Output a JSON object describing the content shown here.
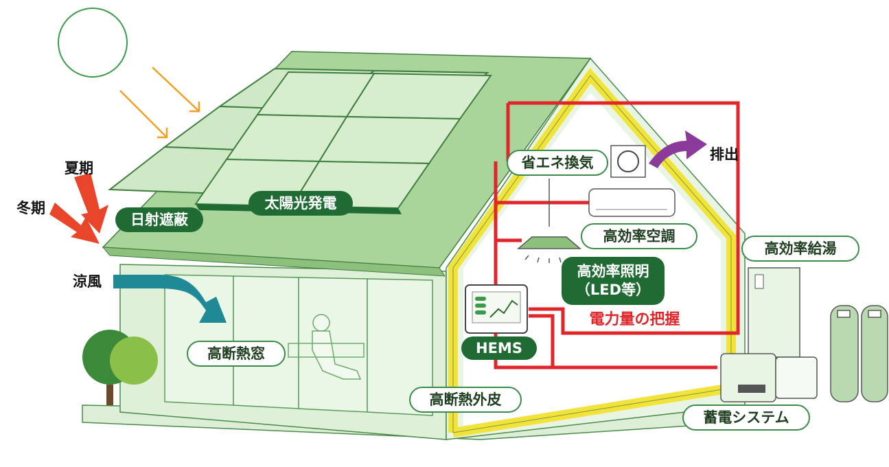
{
  "labels": {
    "summer": "夏期",
    "winter": "冬期",
    "cool_breeze": "涼風",
    "solar_shading": "日射遮蔽",
    "solar_power": "太陽光発電",
    "energy_saving_ventilation": "省エネ換気",
    "exhaust": "排出",
    "high_eff_ac": "高効率空調",
    "high_eff_water_heater": "高効率給湯",
    "high_eff_lighting_line1": "高効率照明",
    "high_eff_lighting_line2": "（LED等）",
    "power_monitoring": "電力量の把握",
    "hems": "HEMS",
    "insulated_window": "高断熱窓",
    "insulated_envelope": "高断熱外皮",
    "storage_system": "蓄電システム"
  },
  "colors": {
    "roof_green": "#a9d49a",
    "wall_green": "#c6e4bd",
    "dark_green": "#1f6b33",
    "insulation_yellow": "#f2e33a",
    "wiring_red": "#e0262a",
    "sun_outline": "#3a9a4a",
    "sunray_orange": "#f0a020",
    "arrow_red": "#e8452a",
    "breeze_teal": "#1f8a96",
    "exhaust_purple": "#8a3a9a"
  }
}
